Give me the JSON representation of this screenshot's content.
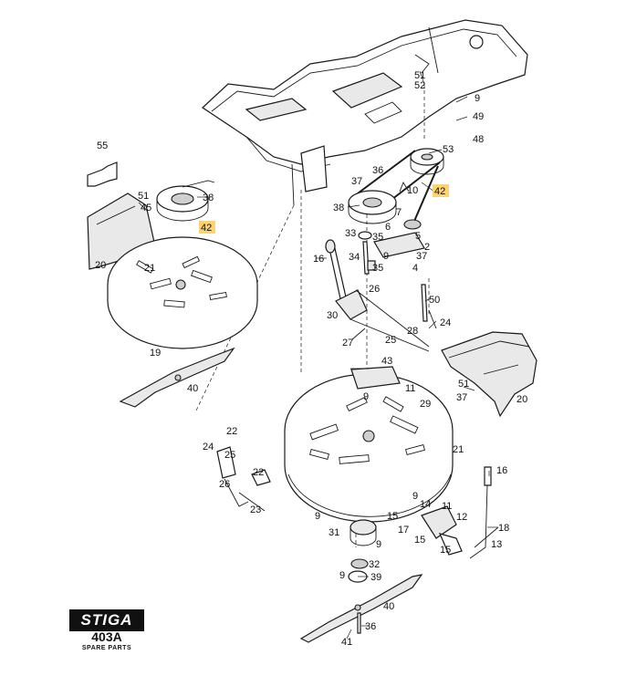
{
  "logo": {
    "brand": "STIGA",
    "model": "403A",
    "subtitle": "SPARE PARTS"
  },
  "colors": {
    "highlight": "#ffd36b",
    "line": "#1a1a1a"
  },
  "callouts": [
    {
      "id": "c51a",
      "text": "51"
    },
    {
      "id": "c52a",
      "text": "52"
    },
    {
      "id": "c9a",
      "text": "9"
    },
    {
      "id": "c49",
      "text": "49"
    },
    {
      "id": "c48",
      "text": "48"
    },
    {
      "id": "c53",
      "text": "53"
    },
    {
      "id": "c55",
      "text": "55"
    },
    {
      "id": "c51b",
      "text": "51"
    },
    {
      "id": "c45",
      "text": "45"
    },
    {
      "id": "c38a",
      "text": "38"
    },
    {
      "id": "c42a",
      "text": "42",
      "highlight": true
    },
    {
      "id": "c20a",
      "text": "20"
    },
    {
      "id": "c21a",
      "text": "21"
    },
    {
      "id": "c19",
      "text": "19"
    },
    {
      "id": "c40a",
      "text": "40"
    },
    {
      "id": "c36a",
      "text": "36"
    },
    {
      "id": "c37a",
      "text": "37"
    },
    {
      "id": "c10",
      "text": "10"
    },
    {
      "id": "c42b",
      "text": "42",
      "highlight": true
    },
    {
      "id": "c38b",
      "text": "38"
    },
    {
      "id": "c7",
      "text": "7"
    },
    {
      "id": "c6",
      "text": "6"
    },
    {
      "id": "c33",
      "text": "33"
    },
    {
      "id": "c35a",
      "text": "35"
    },
    {
      "id": "c5",
      "text": "5"
    },
    {
      "id": "c2",
      "text": "2"
    },
    {
      "id": "c9b",
      "text": "9"
    },
    {
      "id": "c37b",
      "text": "37"
    },
    {
      "id": "c34",
      "text": "34"
    },
    {
      "id": "c35b",
      "text": "35"
    },
    {
      "id": "c4",
      "text": "4"
    },
    {
      "id": "c16a",
      "text": "16"
    },
    {
      "id": "c26a",
      "text": "26"
    },
    {
      "id": "c50",
      "text": "50"
    },
    {
      "id": "c30",
      "text": "30"
    },
    {
      "id": "c24a",
      "text": "24"
    },
    {
      "id": "c28",
      "text": "28"
    },
    {
      "id": "c27",
      "text": "27"
    },
    {
      "id": "c25a",
      "text": "25"
    },
    {
      "id": "c43",
      "text": "43"
    },
    {
      "id": "c11a",
      "text": "11"
    },
    {
      "id": "c9c",
      "text": "9"
    },
    {
      "id": "c29",
      "text": "29"
    },
    {
      "id": "c51c",
      "text": "51"
    },
    {
      "id": "c37c",
      "text": "37"
    },
    {
      "id": "c20b",
      "text": "20"
    },
    {
      "id": "c22a",
      "text": "22"
    },
    {
      "id": "c24b",
      "text": "24"
    },
    {
      "id": "c25b",
      "text": "25"
    },
    {
      "id": "c26b",
      "text": "26"
    },
    {
      "id": "c22b",
      "text": "22"
    },
    {
      "id": "c23",
      "text": "23"
    },
    {
      "id": "c9d",
      "text": "9"
    },
    {
      "id": "c21b",
      "text": "21"
    },
    {
      "id": "c16b",
      "text": "16"
    },
    {
      "id": "c9e",
      "text": "9"
    },
    {
      "id": "c14",
      "text": "14"
    },
    {
      "id": "c11b",
      "text": "11"
    },
    {
      "id": "c15a",
      "text": "15"
    },
    {
      "id": "c12",
      "text": "12"
    },
    {
      "id": "c31",
      "text": "31"
    },
    {
      "id": "c17",
      "text": "17"
    },
    {
      "id": "c9f",
      "text": "9"
    },
    {
      "id": "c15b",
      "text": "15"
    },
    {
      "id": "c15c",
      "text": "15"
    },
    {
      "id": "c18",
      "text": "18"
    },
    {
      "id": "c13",
      "text": "13"
    },
    {
      "id": "c32",
      "text": "32"
    },
    {
      "id": "c9g",
      "text": "9"
    },
    {
      "id": "c39",
      "text": "39"
    },
    {
      "id": "c40b",
      "text": "40"
    },
    {
      "id": "c36b",
      "text": "36"
    },
    {
      "id": "c41",
      "text": "41"
    }
  ]
}
